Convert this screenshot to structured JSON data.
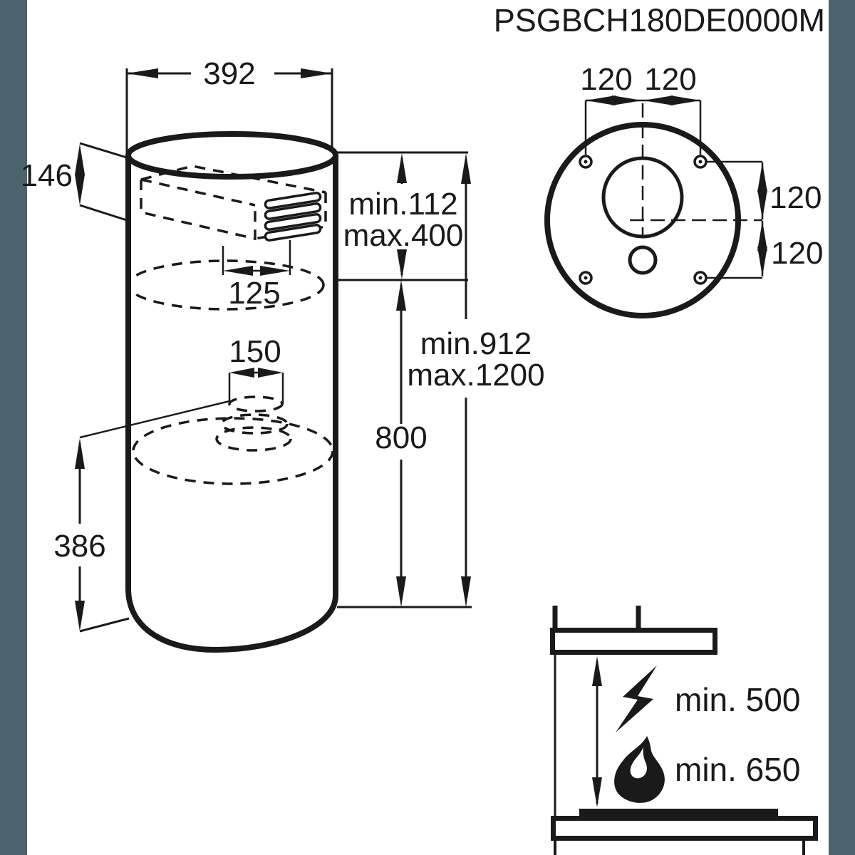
{
  "title": "PSGBCH180DE0000M",
  "colors": {
    "line": "#1a1a1a",
    "background": "#ffffff",
    "side_bar": "#4b646e"
  },
  "front_view": {
    "top_width": "392",
    "top_band_height": "146",
    "duct_width": "125",
    "chimney_min": "min.112",
    "chimney_max": "max.400",
    "collar_width": "150",
    "overall_min": "min.912",
    "overall_max": "max.1200",
    "body_height": "800",
    "lower_body_height": "386"
  },
  "top_view": {
    "hole_spacing_left": "120",
    "hole_spacing_right": "120",
    "hole_spacing_upper": "120",
    "hole_spacing_lower": "120"
  },
  "installation": {
    "electric_clearance": "min. 500",
    "gas_clearance": "min. 650",
    "icons": {
      "electric": "lightning-icon",
      "gas": "flame-icon"
    }
  }
}
